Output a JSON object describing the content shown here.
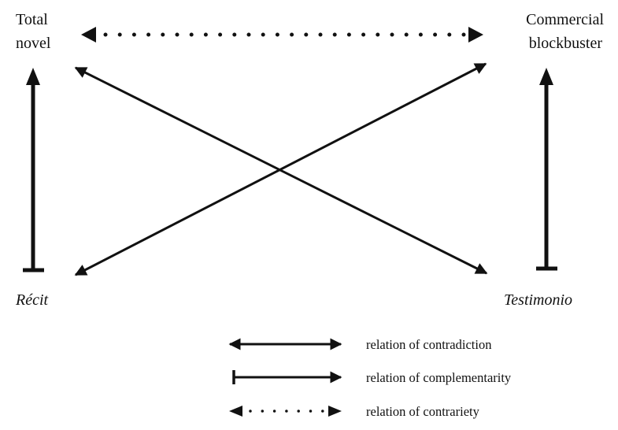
{
  "nodes": {
    "top_left": [
      "Total",
      "novel"
    ],
    "top_right": [
      "Commercial",
      "blockbuster"
    ],
    "bottom_left": "Récit",
    "bottom_right": "Testimonio"
  },
  "legend": [
    {
      "type": "contradiction",
      "label": "relation of contradiction"
    },
    {
      "type": "complementarity",
      "label": "relation of complementarity"
    },
    {
      "type": "contrariety",
      "label": "relation of contrariety"
    }
  ],
  "colors": {
    "ink": "#111111"
  }
}
